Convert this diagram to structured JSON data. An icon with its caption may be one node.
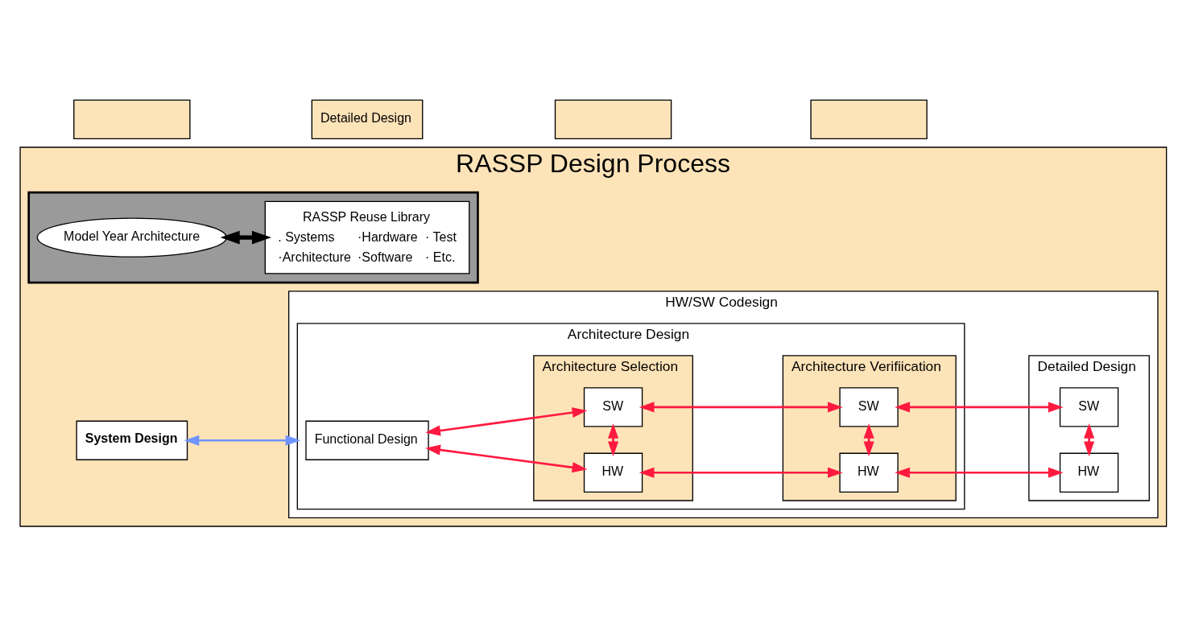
{
  "diagram": {
    "nodes": [
      {
        "text": [],
        "shape": "box"
      },
      {
        "text": [
          "Detailed Design"
        ]
      },
      {
        "text": [],
        "shape": "box"
      },
      {
        "text": [],
        "shape": "box"
      },
      {
        "text": [
          "RASSP Design Process"
        ]
      },
      {
        "text": [
          "System Design"
        ],
        "in": 4
      },
      {
        "text": [
          "HW/SW Codesign"
        ],
        "in": 4
      },
      {
        "text": [
          "Architecture Design"
        ],
        "in": 6
      },
      {
        "text": [
          "Functional Design"
        ],
        "in": 7
      },
      {
        "text": [
          "Architecture Selection"
        ],
        "in": 7
      },
      {
        "text": [
          "HW"
        ],
        "in": 9
      },
      {
        "text": [
          "SW"
        ],
        "in": 9
      },
      {
        "text": [
          "Architecture Verifiication"
        ],
        "in": 7
      },
      {
        "text": [
          "HW"
        ],
        "in": 12
      },
      {
        "text": [
          "SW"
        ],
        "in": 12
      },
      {
        "text": [
          "Detailed Design"
        ],
        "in": 6
      },
      {
        "text": [
          "HW"
        ],
        "in": 15
      },
      {
        "text": [
          "SW"
        ],
        "in": 15
      },
      {
        "text": [],
        "shape": "box",
        "in": 4
      },
      {
        "text": [
          "Model Year Architecture"
        ],
        "in": 18
      },
      {
        "text": [
          "RASSP Reuse Library",
          ". Systems",
          "·Architecture",
          "·Hardware",
          "·Software",
          "· Test",
          "· Etc."
        ],
        "in": 18
      }
    ],
    "edges": [
      {
        "from": 5,
        "to": 7,
        "arrow": "both",
        "color": "#6f94ff"
      },
      {
        "from": 8,
        "to": 10,
        "arrow": "both"
      },
      {
        "from": 8,
        "to": 11,
        "arrow": "both"
      },
      {
        "from": 10,
        "to": 11,
        "arrow": "both"
      },
      {
        "from": 10,
        "to": 13,
        "arrow": "both"
      },
      {
        "from": 11,
        "to": 14,
        "arrow": "both"
      },
      {
        "from": 13,
        "to": 14,
        "arrow": "both"
      },
      {
        "from": 13,
        "to": 16,
        "arrow": "both"
      },
      {
        "from": 14,
        "to": 17,
        "arrow": "both"
      },
      {
        "from": 16,
        "to": 17,
        "arrow": "both"
      },
      {
        "from": 19,
        "to": 20,
        "arrow": "both",
        "style": "thick",
        "color": "#000000"
      }
    ]
  }
}
